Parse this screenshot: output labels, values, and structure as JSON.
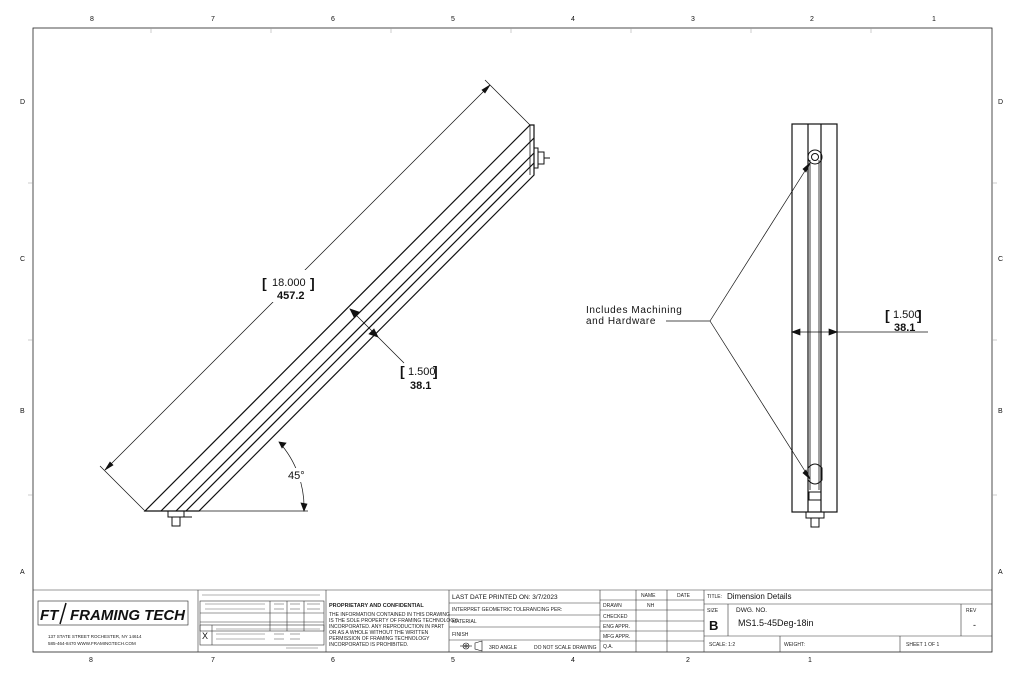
{
  "zones": {
    "columns": [
      "8",
      "7",
      "6",
      "5",
      "4",
      "3",
      "2",
      "1"
    ],
    "rows_left": [
      "D",
      "C",
      "B",
      "A"
    ],
    "rows_right": [
      "D",
      "C",
      "B",
      "A"
    ],
    "bottom_columns": [
      "8",
      "7",
      "6",
      "5",
      "4",
      "2",
      "1"
    ]
  },
  "left_view": {
    "length_in": "18.000",
    "length_mm": "457.2",
    "width_in": "1.500",
    "width_mm": "38.1",
    "angle": "45°"
  },
  "right_view": {
    "note_line1": "Includes Machining",
    "note_line2": "and Hardware",
    "width_in": "1.500",
    "width_mm": "38.1"
  },
  "title_block": {
    "logo_prefix": "FT",
    "logo_text": "FRAMING TECH",
    "address_line1": "137 STATE STREET  ROCHESTER, NY 14614",
    "address_line2": "585-464-8470  WWW.FRAMINGTECH.COM",
    "proprietary_title": "PROPRIETARY AND CONFIDENTIAL",
    "proprietary_lines": [
      "THE INFORMATION CONTAINED IN THIS DRAWING",
      "IS THE SOLE PROPERTY OF FRAMING TECHNOLOGY",
      "INCORPORATED.  ANY REPRODUCTION IN PART",
      "OR AS A WHOLE WITHOUT THE WRITTEN",
      "PERMISSION OF FRAMING TECHNOLOGY",
      "INCORPORATED IS PROHIBITED."
    ],
    "last_printed": "LAST DATE PRINTED ON: 3/7/2023",
    "interpret": "INTERPRET GEOMETRIC TOLERANCING PER:",
    "material_label": "MATERIAL",
    "finish_label": "FINISH",
    "third_angle": "3RD ANGLE",
    "no_scale": "DO NOT SCALE DRAWING",
    "name_header": "NAME",
    "date_header": "DATE",
    "drawn_label": "DRAWN",
    "drawn_name": "NH",
    "checked_label": "CHECKED",
    "eng_appr": "ENG APPR.",
    "mfg_appr": "MFG APPR.",
    "qa_label": "Q.A.",
    "title_label": "TITLE:",
    "title_value": "Dimension Details",
    "size_label": "SIZE",
    "size_value": "B",
    "dwg_label": "DWG.  NO.",
    "dwg_value": "MS1.5-45Deg-18in",
    "rev_label": "REV",
    "rev_value": "-",
    "scale_label": "SCALE: 1:2",
    "weight_label": "WEIGHT:",
    "sheet_label": "SHEET 1 OF 1"
  }
}
